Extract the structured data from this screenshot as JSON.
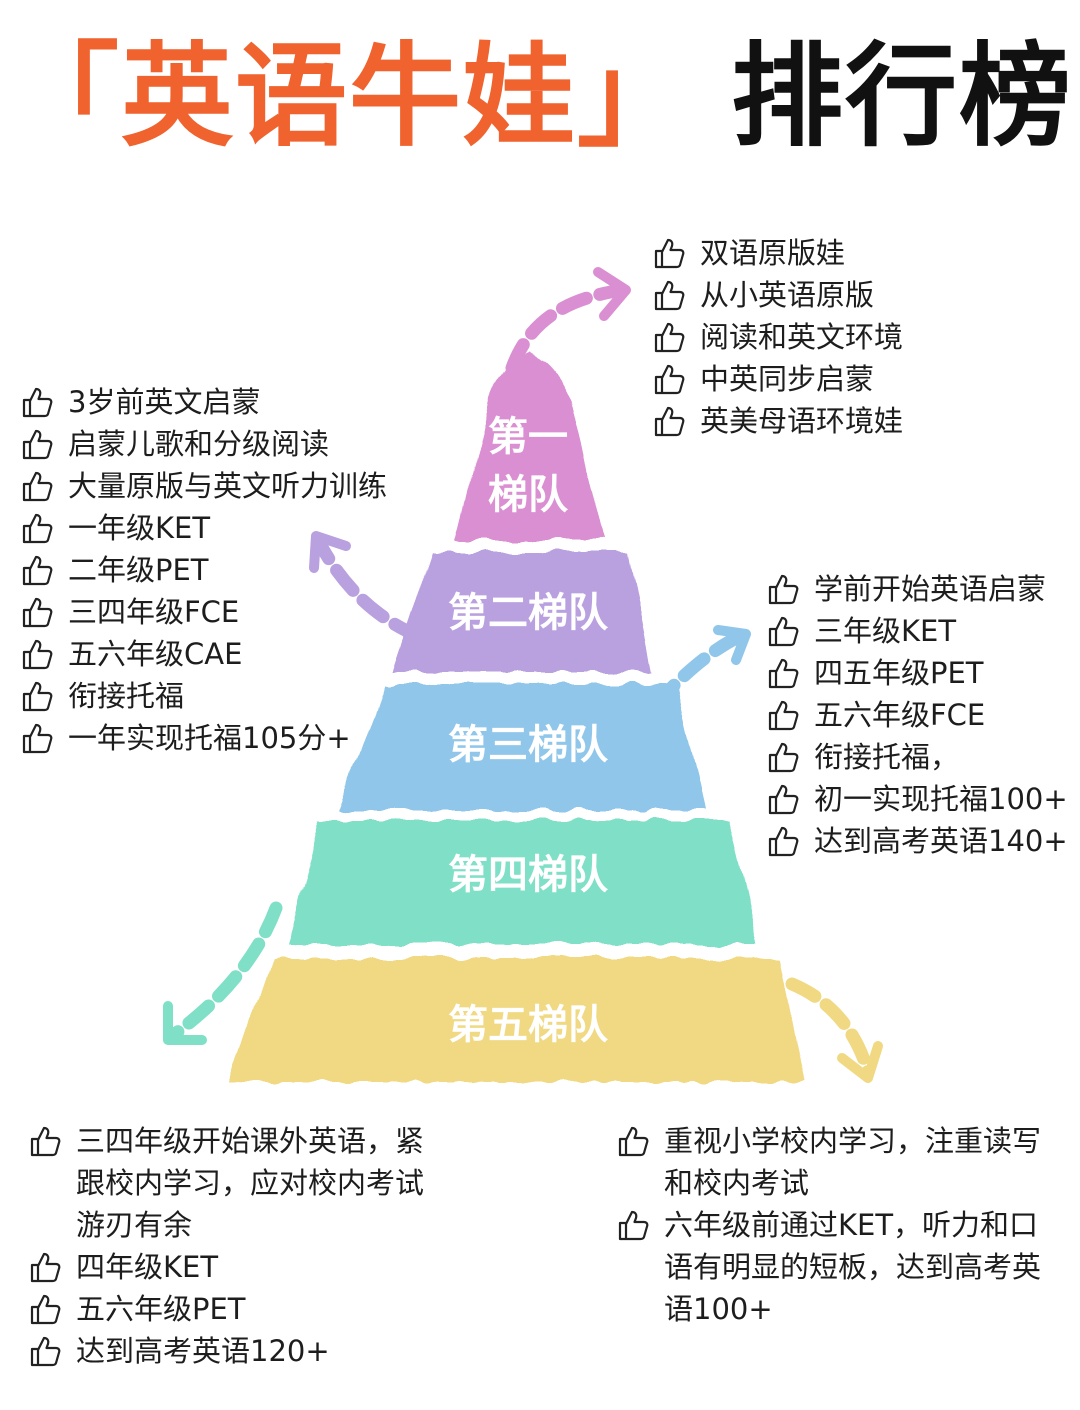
{
  "title": {
    "part1": "「英语牛娃」",
    "part2": "排行榜"
  },
  "colors": {
    "accent": "#f0622e",
    "tier1": "#d98fd1",
    "tier2": "#b9a0df",
    "tier3": "#8fc6ea",
    "tier4": "#7fdfc7",
    "tier5": "#f0d982"
  },
  "tiers": [
    {
      "line1": "第一",
      "line2": "梯队"
    },
    {
      "label": "第二梯队"
    },
    {
      "label": "第三梯队"
    },
    {
      "label": "第四梯队"
    },
    {
      "label": "第五梯队"
    }
  ],
  "lists": {
    "top_right": [
      "双语原版娃",
      "从小英语原版",
      "阅读和英文环境",
      "中英同步启蒙",
      "英美母语环境娃"
    ],
    "left": [
      "3岁前英文启蒙",
      "启蒙儿歌和分级阅读",
      "大量原版与英文听力训练",
      "一年级KET",
      "二年级PET",
      "三四年级FCE",
      "五六年级CAE",
      "衔接托福",
      "一年实现托福105分+"
    ],
    "mid_right": [
      "学前开始英语启蒙",
      "三年级KET",
      "四五年级PET",
      "五六年级FCE",
      "衔接托福，",
      "初一实现托福100+",
      "达到高考英语140+"
    ],
    "bottom_left": [
      "三四年级开始课外英语，紧跟校内学习，应对校内考试游刃有余",
      "四年级KET",
      "五六年级PET",
      "达到高考英语120+"
    ],
    "bottom_right": [
      "重视小学校内学习，注重读写和校内考试",
      "六年级前通过KET，听力和口语有明显的短板，达到高考英语100+"
    ]
  },
  "icon": "thumbs-up-icon"
}
